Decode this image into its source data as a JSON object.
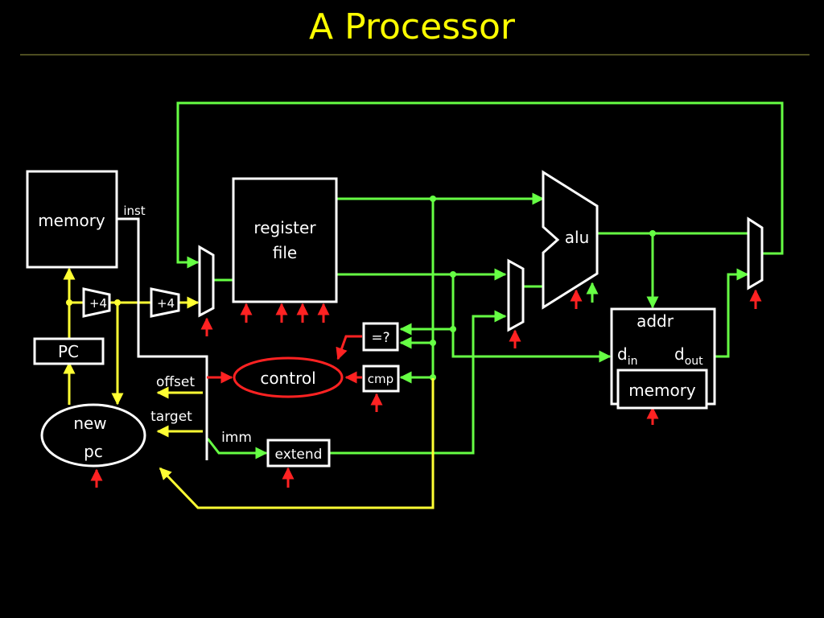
{
  "title": "A Processor",
  "colors": {
    "background": "#000000",
    "title": "#ffff00",
    "box": "#ffffff",
    "data_path": "#66ff44",
    "pc_path": "#ffff33",
    "control": "#ff2222"
  },
  "blocks": {
    "inst_memory": "memory",
    "pc": "PC",
    "new_pc_1": "new",
    "new_pc_2": "pc",
    "adder_1": "+4",
    "adder_2": "+4",
    "register_file_1": "register",
    "register_file_2": "file",
    "alu": "alu",
    "data_memory": "memory",
    "addr": "addr",
    "d_in_main": "d",
    "d_in_sub": "in",
    "d_out_main": "d",
    "d_out_sub": "out",
    "control": "control",
    "compare_eq": "=?",
    "cmp": "cmp",
    "extend": "extend"
  },
  "signals": {
    "inst": "inst",
    "offset": "offset",
    "target": "target",
    "imm": "imm"
  }
}
